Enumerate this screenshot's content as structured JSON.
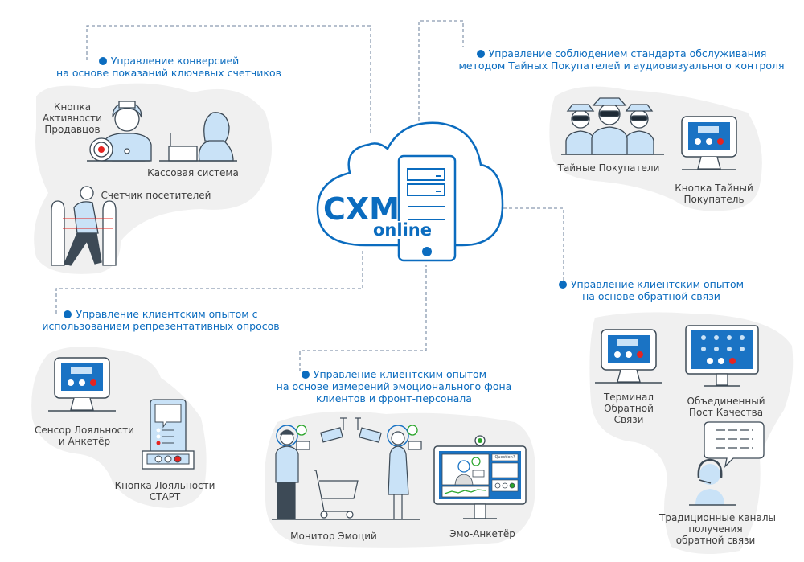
{
  "center": {
    "brand_main": "CXM",
    "brand_sub": "online"
  },
  "sections": {
    "conversion": {
      "heading_line1": "Управление конверсией",
      "heading_line2": "на основе показаний ключевых счетчиков",
      "items": {
        "activity_button": [
          "Кнопка",
          "Активности",
          "Продавцов"
        ],
        "cash_system": "Кассовая система",
        "visitor_counter": "Счетчик посетителей"
      }
    },
    "mystery": {
      "heading_line1": "Управление соблюдением стандарта обслуживания",
      "heading_line2": "методом Тайных Покупателей и аудиовизуального контроля",
      "items": {
        "mystery_shoppers": "Тайные Покупатели",
        "mystery_button": [
          "Кнопка Тайный",
          "Покупатель"
        ]
      }
    },
    "surveys": {
      "heading_line1": "Управление клиентским опытом с",
      "heading_line2": "использованием репрезентативных опросов",
      "items": {
        "loyalty_sensor": [
          "Сенсор Лояльности",
          "и Анкетёр"
        ],
        "loyalty_button": [
          "Кнопка Лояльности",
          "СТАРТ"
        ]
      }
    },
    "emotion": {
      "heading_line1": "Управление клиентским опытом",
      "heading_line2": "на основе измерений эмоционального фона",
      "heading_line3": "клиентов и фронт-персонала",
      "items": {
        "emotion_monitor": "Монитор Эмоций",
        "emo_survey": "Эмо-Анкетёр",
        "question_tag": "Question?"
      }
    },
    "feedback": {
      "heading_line1": "Управление клиентским опытом",
      "heading_line2": "на основе обратной связи",
      "items": {
        "feedback_terminal": [
          "Терминал",
          "Обратной",
          "Связи"
        ],
        "quality_post": [
          "Объединенный",
          "Пост Качества"
        ],
        "traditional_channels": [
          "Традиционные каналы",
          "получения",
          "обратной связи"
        ]
      }
    }
  },
  "colors": {
    "accent": "#0b6cbf",
    "figure_fill": "#c9e2f7",
    "screen_blue": "#1a73c4",
    "alert_red": "#e52421",
    "happy_green": "#2aa52a",
    "blob_gray": "#f0f0f0",
    "connector": "#8a9bb0"
  }
}
